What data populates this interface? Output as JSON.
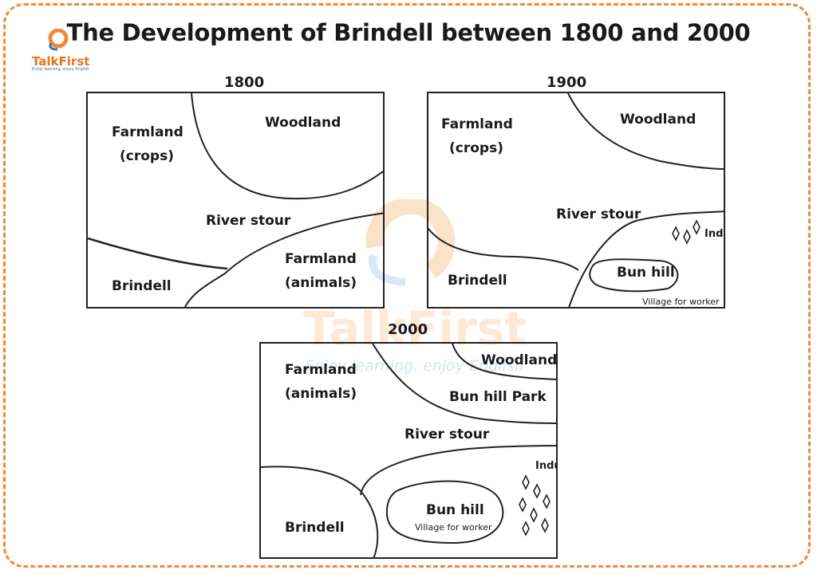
{
  "title": "The Development of Brindell between 1800 and 2000",
  "logo": {
    "name": "TalkFirst",
    "tagline": "Enjoy learning, enjoy English"
  },
  "watermark": {
    "name": "TalkFirst",
    "tagline": "Enjoy learning, enjoy English"
  },
  "colors": {
    "accent": "#f08a3a",
    "logo_blue": "#3a6fb8"
  },
  "maps": {
    "m1800": {
      "year": "1800",
      "farmland_crops": [
        "Farmland",
        "(crops)"
      ],
      "woodland": "Woodland",
      "river": "River stour",
      "farmland_animals": [
        "Farmland",
        "(animals)"
      ],
      "brindell": "Brindell"
    },
    "m1900": {
      "year": "1900",
      "farmland_crops": [
        "Farmland",
        "(crops)"
      ],
      "woodland": "Woodland",
      "river": "River stour",
      "industry": "Industry",
      "bun_hill": "Bun hill",
      "village": "Village for worker",
      "brindell": "Brindell"
    },
    "m2000": {
      "year": "2000",
      "farmland_animals": [
        "Farmland",
        "(animals)"
      ],
      "woodland": "Woodland",
      "park": "Bun hill Park",
      "river": "River stour",
      "industry": "Industry",
      "bun_hill": "Bun hill",
      "village": "Village for worker",
      "brindell": "Brindell"
    }
  }
}
